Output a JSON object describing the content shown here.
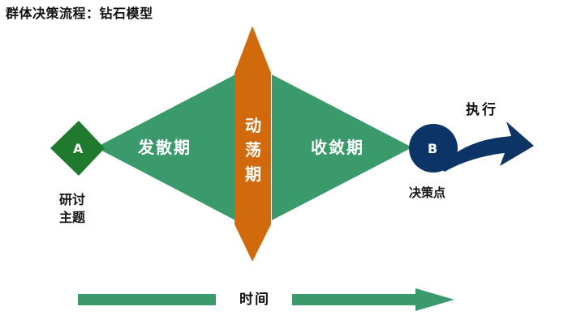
{
  "title": "群体决策流程：钻石模型",
  "start_node": {
    "letter": "A",
    "label": "研讨\n主题"
  },
  "end_node": {
    "letter": "B",
    "label": "决策点"
  },
  "phases": {
    "diverge": "发散期",
    "turbulence": "动荡期",
    "converge": "收敛期"
  },
  "execute_label": "执行",
  "time_label": "时间",
  "colors": {
    "green": "#3a9a6c",
    "dark_green": "#1f7a2e",
    "orange": "#d06a0c",
    "navy": "#0c3565",
    "title_text": "#111111"
  }
}
